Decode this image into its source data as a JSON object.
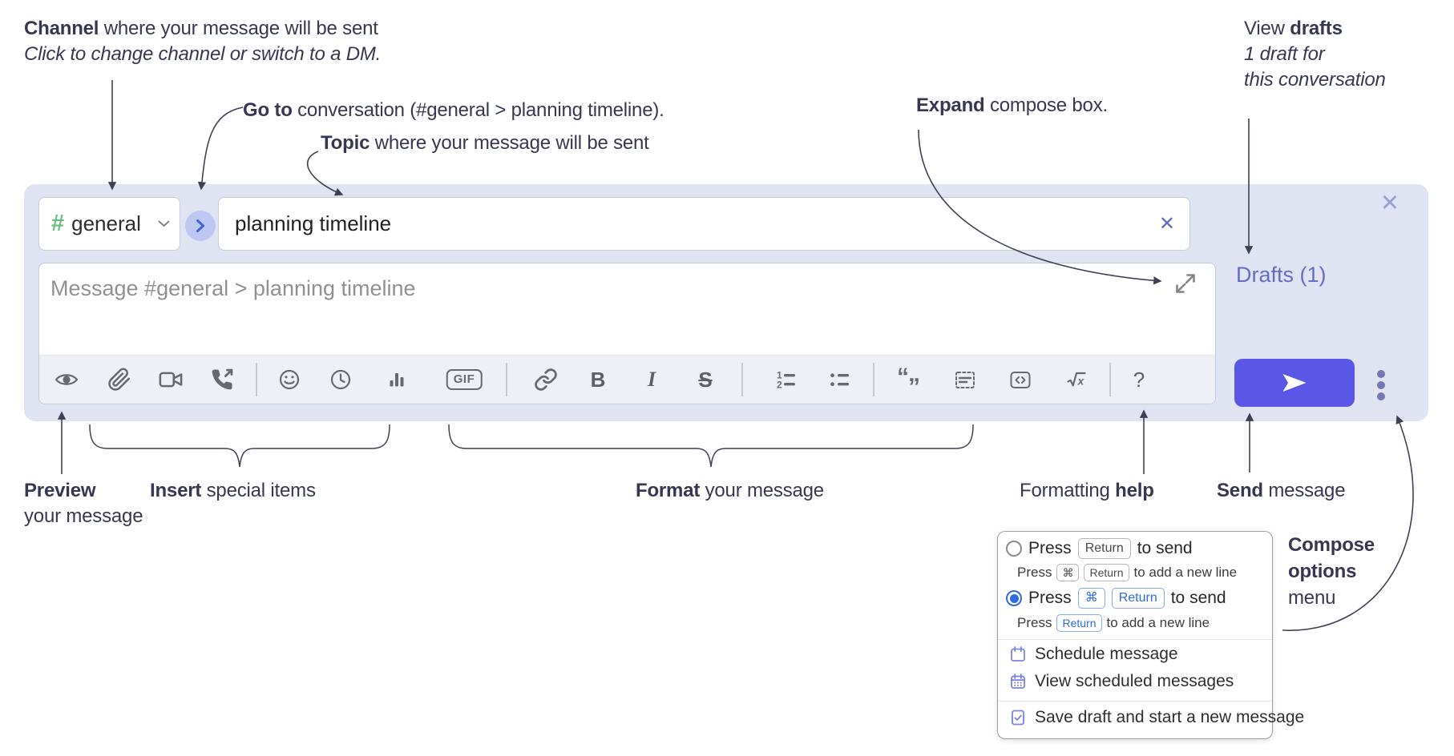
{
  "colors": {
    "annotation_text": "#353850",
    "compose_bg": "#e0e3f2",
    "send_button": "#5a57e6",
    "drafts_link": "#666cc4",
    "channel_hash_green": "#6abf79",
    "goto_circle_bg": "#bcc8f3",
    "goto_chevron_blue": "#4363d6",
    "toolbar_icon_gray": "#67696f",
    "radio_selected_blue": "#2e6ce0",
    "popup_icon_periwinkle": "#7c81e4"
  },
  "annotations": {
    "channel": {
      "bold": "Channel",
      "rest": " where your message will be sent",
      "sub_italic": "Click to change channel or switch to a DM."
    },
    "go_to": {
      "bold": "Go to",
      "rest": " conversation (#general > planning timeline)."
    },
    "topic": {
      "bold": "Topic",
      "rest": " where your message will be sent"
    },
    "expand": {
      "bold": "Expand",
      "rest": " compose box."
    },
    "view_drafts": {
      "pre": "View ",
      "bold": "drafts",
      "sub_line1": "1 draft for",
      "sub_line2": "this conversation"
    },
    "preview": {
      "bold": "Preview",
      "sub": "your message"
    },
    "insert": {
      "bold": "Insert",
      "rest": " special items"
    },
    "format": {
      "bold": "Format",
      "rest": " your message"
    },
    "formatting_help": {
      "pre": "Formatting ",
      "bold": "help"
    },
    "send": {
      "bold": "Send",
      "rest": " message"
    },
    "compose_options": {
      "line1": "Compose",
      "line2": "options",
      "line3": "menu"
    }
  },
  "compose": {
    "channel": {
      "hash": "#",
      "name": "general"
    },
    "topic_value": "planning timeline",
    "message_placeholder": "Message #general > planning timeline",
    "drafts_label": "Drafts (1)",
    "close_x": "✕",
    "clear_x": "✕",
    "toolbar": {
      "gif": "GIF",
      "bold": "B",
      "italic": "I",
      "strike": "S",
      "ol_1": "1",
      "ol_2": "2",
      "quote_open": "“",
      "quote_close": "„",
      "math_x": "x",
      "help": "?"
    }
  },
  "popup": {
    "press": "Press",
    "return_key": "Return",
    "cmd_key": "⌘",
    "to_send": "to send",
    "to_add_new_line": "to add a new line",
    "items": {
      "schedule": "Schedule message",
      "view_scheduled": "View scheduled messages",
      "save_draft": "Save draft and start a new message"
    }
  }
}
